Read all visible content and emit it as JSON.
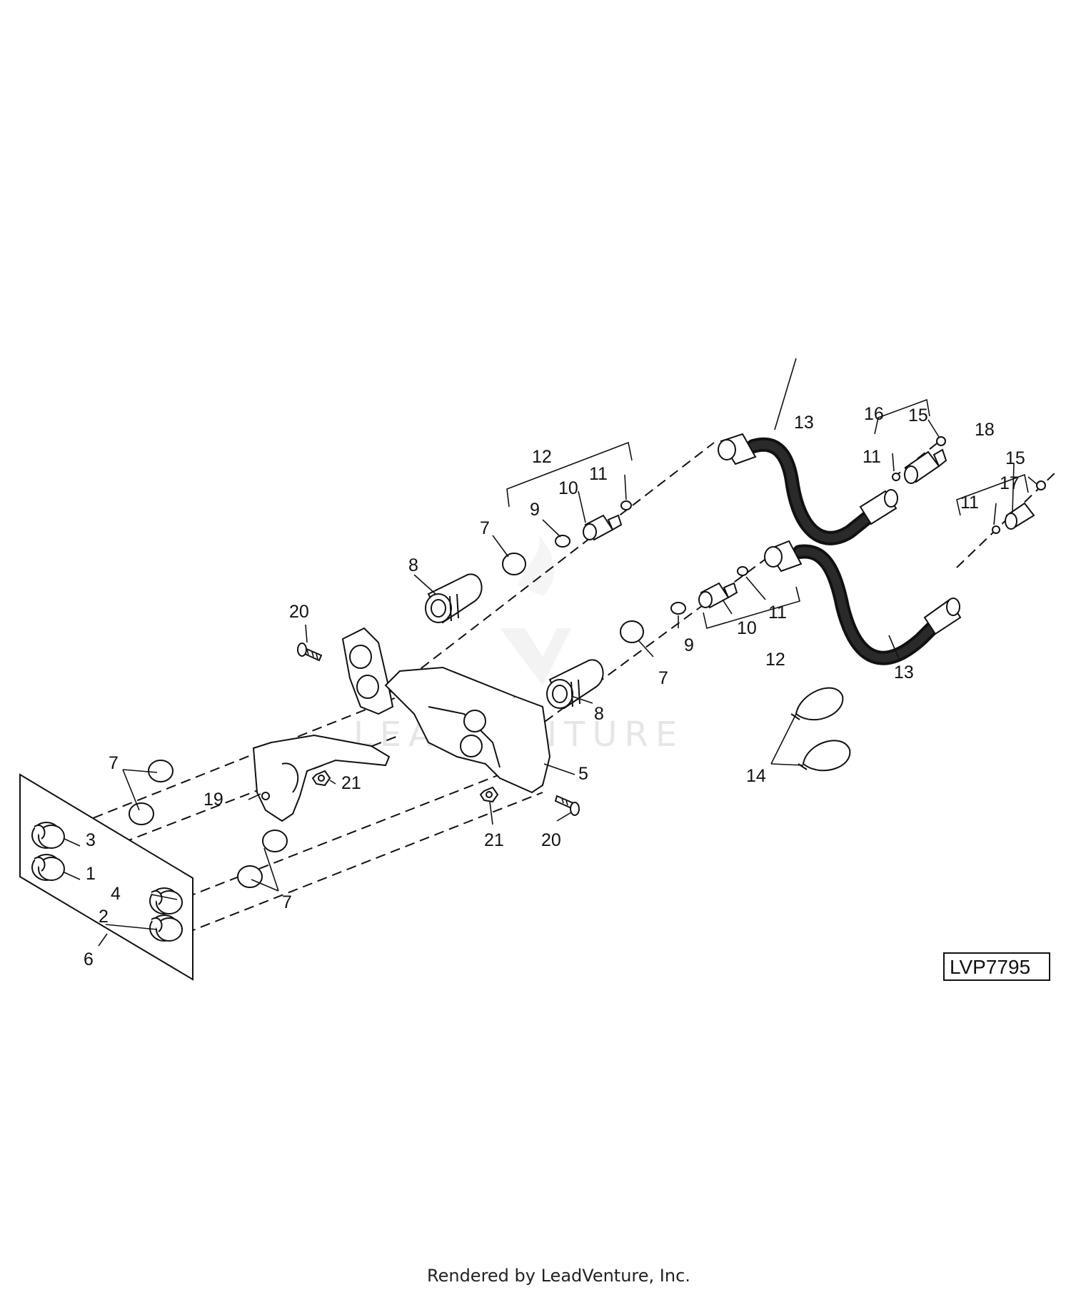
{
  "diagram": {
    "reference_code": "LVP7795",
    "watermark": "LEADVENTURE",
    "footer": "Rendered by LeadVenture, Inc.",
    "callouts": {
      "c1": "1",
      "c2": "2",
      "c3": "3",
      "c4": "4",
      "c5": "5",
      "c6": "6",
      "c7a": "7",
      "c7b": "7",
      "c7c": "7",
      "c7d": "7",
      "c8a": "8",
      "c8b": "8",
      "c9a": "9",
      "c9b": "9",
      "c10a": "10",
      "c10b": "10",
      "c11a": "11",
      "c11b": "11",
      "c11c": "11",
      "c11d": "11",
      "c12a": "12",
      "c12b": "12",
      "c13a": "13",
      "c13b": "13",
      "c14": "14",
      "c15a": "15",
      "c15b": "15",
      "c16": "16",
      "c17": "17",
      "c18": "18",
      "c19": "19",
      "c20a": "20",
      "c20b": "20",
      "c21a": "21",
      "c21b": "21"
    },
    "colors": {
      "line": "#111111",
      "hose": "#1a1a1a",
      "background": "#ffffff"
    }
  }
}
